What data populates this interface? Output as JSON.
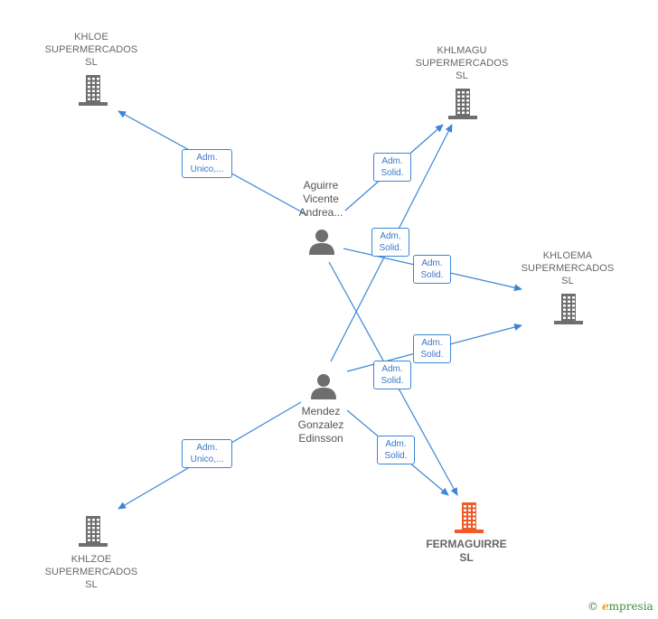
{
  "colors": {
    "edge": "#3b86d6",
    "building": "#6e6e6e",
    "highlight_building": "#f05a28",
    "person": "#6e6e6e"
  },
  "nodes": {
    "khloe": {
      "label": "KHLOE\nSUPERMERCADOS\nSL",
      "icon": "building-icon"
    },
    "khlmagu": {
      "label": "KHLMAGU\nSUPERMERCADOS\nSL",
      "icon": "building-icon"
    },
    "khloema": {
      "label": "KHLOEMA\nSUPERMERCADOS\nSL",
      "icon": "building-icon"
    },
    "khlzoe": {
      "label": "KHLZOE\nSUPERMERCADOS\nSL",
      "icon": "building-icon"
    },
    "fermaguirre": {
      "label": "FERMAGUIRRE\nSL",
      "icon": "building-icon"
    },
    "aguirre": {
      "label": "Aguirre\nVicente\nAndrea...",
      "icon": "person-icon"
    },
    "mendez": {
      "label": "Mendez\nGonzalez\nEdinsson",
      "icon": "person-icon"
    }
  },
  "edges": [
    {
      "id": "aguirre-khloe",
      "label": "Adm.\nUnico,..."
    },
    {
      "id": "aguirre-khlmagu",
      "label": "Adm.\nSolid."
    },
    {
      "id": "mendez-khlmagu",
      "label": "Adm.\nSolid."
    },
    {
      "id": "aguirre-khloema",
      "label": "Adm.\nSolid."
    },
    {
      "id": "mendez-khloema",
      "label": "Adm.\nSolid."
    },
    {
      "id": "aguirre-fermaguirre",
      "label": "Adm.\nSolid."
    },
    {
      "id": "mendez-fermaguirre",
      "label": "Adm.\nSolid."
    },
    {
      "id": "mendez-khlzoe",
      "label": "Adm.\nUnico,..."
    }
  ],
  "brand": {
    "copyright": "©",
    "name_initial": "e",
    "name_rest": "mpresia"
  }
}
